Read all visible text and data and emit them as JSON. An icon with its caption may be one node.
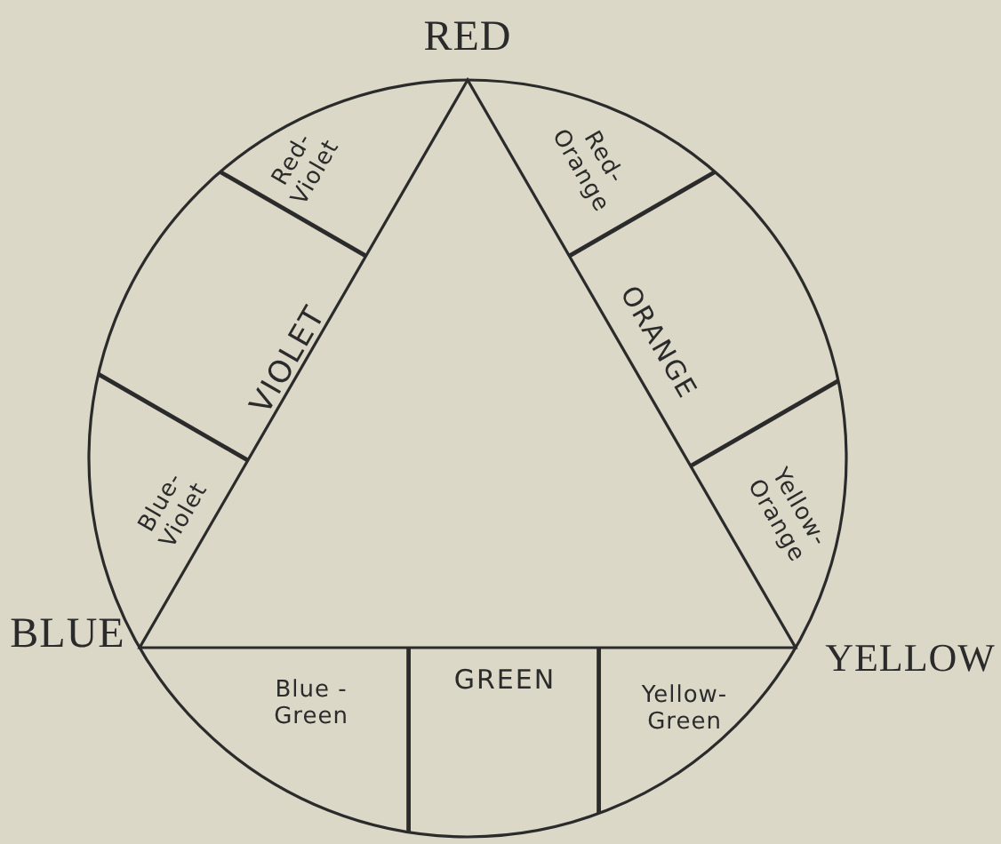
{
  "diagram": {
    "labels": [
      "RED",
      "Red- Violet",
      "Red- Orange",
      "VIOLET",
      "ORANGE",
      "Blue- Violet",
      "Yellow- Orange",
      "BLUE",
      "YELLOW",
      "Blue - Green",
      "GREEN",
      "Yellow- Green"
    ]
  }
}
